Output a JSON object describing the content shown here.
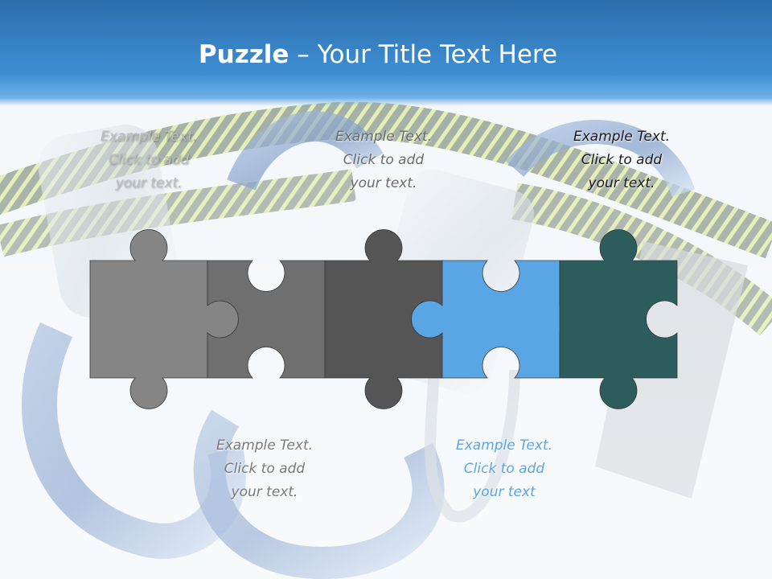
{
  "slide": {
    "title_bold": "Puzzle",
    "title_rest": " – Your Title Text Here"
  },
  "captions": [
    {
      "line1": "Example Text.",
      "line2": "Click  to add",
      "line3": "your text."
    },
    {
      "line1": "Example Text.",
      "line2": "Click  to add",
      "line3": "your text."
    },
    {
      "line1": "Example Text.",
      "line2": "Click  to add",
      "line3": "your text."
    },
    {
      "line1": "Example Text.",
      "line2": "Click  to add",
      "line3": "your text."
    },
    {
      "line1": "Example Text.",
      "line2": "Click  to add",
      "line3": "your text"
    }
  ],
  "pieces": [
    {
      "color": "#858585"
    },
    {
      "color": "#6f6f6f"
    },
    {
      "color": "#555555"
    },
    {
      "color": "#5aa5e3"
    },
    {
      "color": "#2c5c5c"
    }
  ]
}
